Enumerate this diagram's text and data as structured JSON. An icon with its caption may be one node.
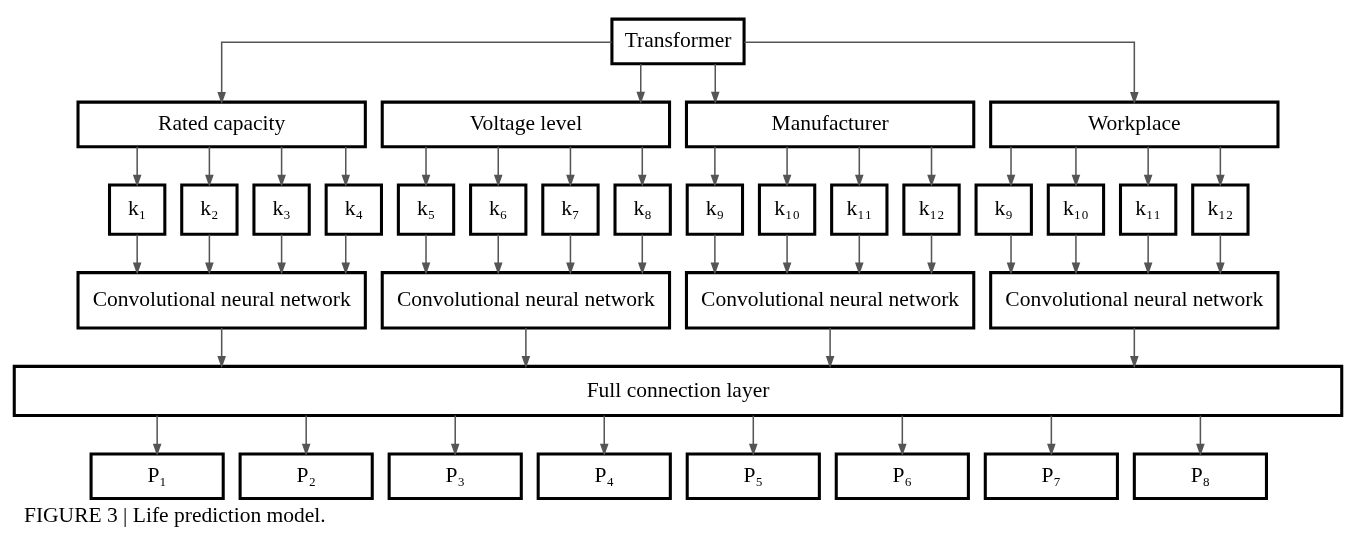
{
  "diagram": {
    "caption": "FIGURE 3 | Life prediction model.",
    "nodes": [
      {
        "text": [
          "Transformer"
        ]
      },
      {
        "text": [
          "Rated capacity"
        ]
      },
      {
        "text": [
          "Voltage level"
        ]
      },
      {
        "text": [
          "Manufacturer"
        ]
      },
      {
        "text": [
          "Workplace"
        ]
      },
      {
        "text": [
          "k₁"
        ]
      },
      {
        "text": [
          "k₂"
        ]
      },
      {
        "text": [
          "k₃"
        ]
      },
      {
        "text": [
          "k₄"
        ]
      },
      {
        "text": [
          "k₅"
        ]
      },
      {
        "text": [
          "k₆"
        ]
      },
      {
        "text": [
          "k₇"
        ]
      },
      {
        "text": [
          "k₈"
        ]
      },
      {
        "text": [
          "k₉"
        ]
      },
      {
        "text": [
          "k₁₀"
        ]
      },
      {
        "text": [
          "k₁₁"
        ]
      },
      {
        "text": [
          "k₁₂"
        ]
      },
      {
        "text": [
          "k₉"
        ]
      },
      {
        "text": [
          "k₁₀"
        ]
      },
      {
        "text": [
          "k₁₁"
        ]
      },
      {
        "text": [
          "k₁₂"
        ]
      },
      {
        "text": [
          "Convolutional neural network"
        ]
      },
      {
        "text": [
          "Convolutional neural network"
        ]
      },
      {
        "text": [
          "Convolutional neural network"
        ]
      },
      {
        "text": [
          "Convolutional neural network"
        ]
      },
      {
        "text": [
          "Full connection layer"
        ]
      },
      {
        "text": [
          "P₁"
        ]
      },
      {
        "text": [
          "P₂"
        ]
      },
      {
        "text": [
          "P₃"
        ]
      },
      {
        "text": [
          "P₄"
        ]
      },
      {
        "text": [
          "P₅"
        ]
      },
      {
        "text": [
          "P₆"
        ]
      },
      {
        "text": [
          "P₇"
        ]
      },
      {
        "text": [
          "P₈"
        ]
      }
    ],
    "edges": [
      {
        "from": 0,
        "to": 1,
        "arrow": "to"
      },
      {
        "from": 0,
        "to": 2,
        "arrow": "to"
      },
      {
        "from": 0,
        "to": 3,
        "arrow": "to"
      },
      {
        "from": 0,
        "to": 4,
        "arrow": "to"
      },
      {
        "from": 1,
        "to": 5,
        "arrow": "to"
      },
      {
        "from": 1,
        "to": 6,
        "arrow": "to"
      },
      {
        "from": 1,
        "to": 7,
        "arrow": "to"
      },
      {
        "from": 1,
        "to": 8,
        "arrow": "to"
      },
      {
        "from": 2,
        "to": 9,
        "arrow": "to"
      },
      {
        "from": 2,
        "to": 10,
        "arrow": "to"
      },
      {
        "from": 2,
        "to": 11,
        "arrow": "to"
      },
      {
        "from": 2,
        "to": 12,
        "arrow": "to"
      },
      {
        "from": 3,
        "to": 13,
        "arrow": "to"
      },
      {
        "from": 3,
        "to": 14,
        "arrow": "to"
      },
      {
        "from": 3,
        "to": 15,
        "arrow": "to"
      },
      {
        "from": 3,
        "to": 16,
        "arrow": "to"
      },
      {
        "from": 4,
        "to": 17,
        "arrow": "to"
      },
      {
        "from": 4,
        "to": 18,
        "arrow": "to"
      },
      {
        "from": 4,
        "to": 19,
        "arrow": "to"
      },
      {
        "from": 4,
        "to": 20,
        "arrow": "to"
      },
      {
        "from": 5,
        "to": 21,
        "arrow": "to"
      },
      {
        "from": 6,
        "to": 21,
        "arrow": "to"
      },
      {
        "from": 7,
        "to": 21,
        "arrow": "to"
      },
      {
        "from": 8,
        "to": 21,
        "arrow": "to"
      },
      {
        "from": 9,
        "to": 22,
        "arrow": "to"
      },
      {
        "from": 10,
        "to": 22,
        "arrow": "to"
      },
      {
        "from": 11,
        "to": 22,
        "arrow": "to"
      },
      {
        "from": 12,
        "to": 22,
        "arrow": "to"
      },
      {
        "from": 13,
        "to": 23,
        "arrow": "to"
      },
      {
        "from": 14,
        "to": 23,
        "arrow": "to"
      },
      {
        "from": 15,
        "to": 23,
        "arrow": "to"
      },
      {
        "from": 16,
        "to": 23,
        "arrow": "to"
      },
      {
        "from": 17,
        "to": 24,
        "arrow": "to"
      },
      {
        "from": 18,
        "to": 24,
        "arrow": "to"
      },
      {
        "from": 19,
        "to": 24,
        "arrow": "to"
      },
      {
        "from": 20,
        "to": 24,
        "arrow": "to"
      },
      {
        "from": 21,
        "to": 25,
        "arrow": "to"
      },
      {
        "from": 22,
        "to": 25,
        "arrow": "to"
      },
      {
        "from": 23,
        "to": 25,
        "arrow": "to"
      },
      {
        "from": 24,
        "to": 25,
        "arrow": "to"
      },
      {
        "from": 25,
        "to": 26,
        "arrow": "to"
      },
      {
        "from": 25,
        "to": 27,
        "arrow": "to"
      },
      {
        "from": 25,
        "to": 28,
        "arrow": "to"
      },
      {
        "from": 25,
        "to": 29,
        "arrow": "to"
      },
      {
        "from": 25,
        "to": 30,
        "arrow": "to"
      },
      {
        "from": 25,
        "to": 31,
        "arrow": "to"
      },
      {
        "from": 25,
        "to": 32,
        "arrow": "to"
      },
      {
        "from": 25,
        "to": 33,
        "arrow": "to"
      }
    ]
  }
}
